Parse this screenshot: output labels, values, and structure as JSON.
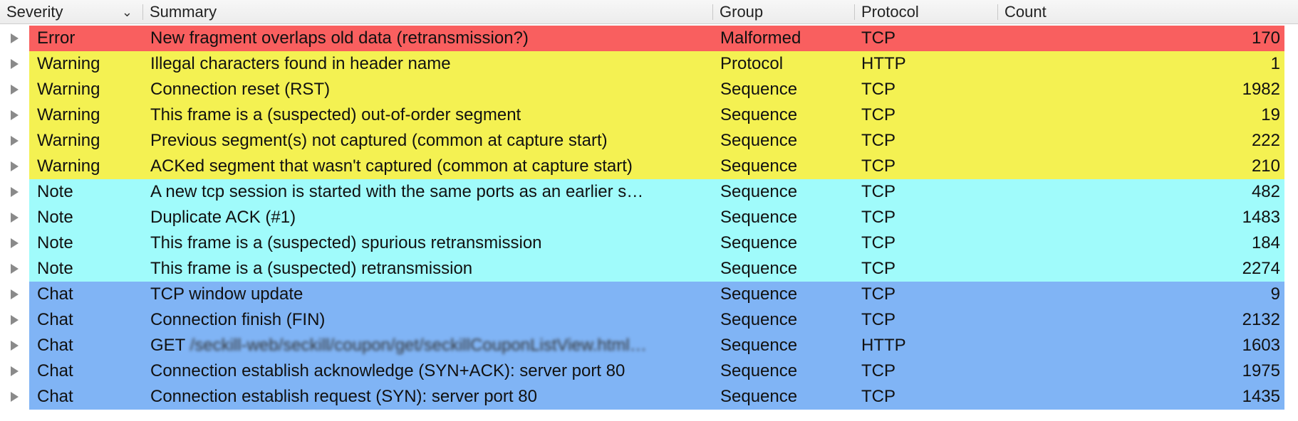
{
  "headers": {
    "severity": "Severity",
    "summary": "Summary",
    "group": "Group",
    "protocol": "Protocol",
    "count": "Count"
  },
  "colors": {
    "error": "#f95f5f",
    "warning": "#f4f152",
    "note": "#a0fbfb",
    "chat": "#80b4f5",
    "header_bg": "#efefef"
  },
  "rows": [
    {
      "severity": "Error",
      "summary": "New fragment overlaps old data (retransmission?)",
      "group": "Malformed",
      "protocol": "TCP",
      "count": "170",
      "level": "error"
    },
    {
      "severity": "Warning",
      "summary": "Illegal characters found in header name",
      "group": "Protocol",
      "protocol": "HTTP",
      "count": "1",
      "level": "warning"
    },
    {
      "severity": "Warning",
      "summary": "Connection reset (RST)",
      "group": "Sequence",
      "protocol": "TCP",
      "count": "1982",
      "level": "warning"
    },
    {
      "severity": "Warning",
      "summary": "This frame is a (suspected) out-of-order segment",
      "group": "Sequence",
      "protocol": "TCP",
      "count": "19",
      "level": "warning"
    },
    {
      "severity": "Warning",
      "summary": "Previous segment(s) not captured (common at capture start)",
      "group": "Sequence",
      "protocol": "TCP",
      "count": "222",
      "level": "warning"
    },
    {
      "severity": "Warning",
      "summary": "ACKed segment that wasn't captured (common at capture start)",
      "group": "Sequence",
      "protocol": "TCP",
      "count": "210",
      "level": "warning"
    },
    {
      "severity": "Note",
      "summary": "A new tcp session is started with the same ports as an earlier s…",
      "group": "Sequence",
      "protocol": "TCP",
      "count": "482",
      "level": "note"
    },
    {
      "severity": "Note",
      "summary": "Duplicate ACK (#1)",
      "group": "Sequence",
      "protocol": "TCP",
      "count": "1483",
      "level": "note"
    },
    {
      "severity": "Note",
      "summary": "This frame is a (suspected) spurious retransmission",
      "group": "Sequence",
      "protocol": "TCP",
      "count": "184",
      "level": "note"
    },
    {
      "severity": "Note",
      "summary": "This frame is a (suspected) retransmission",
      "group": "Sequence",
      "protocol": "TCP",
      "count": "2274",
      "level": "note"
    },
    {
      "severity": "Chat",
      "summary": "TCP window update",
      "group": "Sequence",
      "protocol": "TCP",
      "count": "9",
      "level": "chat"
    },
    {
      "severity": "Chat",
      "summary": "Connection finish (FIN)",
      "group": "Sequence",
      "protocol": "TCP",
      "count": "2132",
      "level": "chat"
    },
    {
      "severity": "Chat",
      "summary": "GET",
      "summary_blurred": "/seckill-web/seckill/coupon/get/seckillCouponListView.html…",
      "group": "Sequence",
      "protocol": "HTTP",
      "count": "1603",
      "level": "chat"
    },
    {
      "severity": "Chat",
      "summary": "Connection establish acknowledge (SYN+ACK): server port 80",
      "group": "Sequence",
      "protocol": "TCP",
      "count": "1975",
      "level": "chat"
    },
    {
      "severity": "Chat",
      "summary": "Connection establish request (SYN): server port 80",
      "group": "Sequence",
      "protocol": "TCP",
      "count": "1435",
      "level": "chat"
    }
  ]
}
